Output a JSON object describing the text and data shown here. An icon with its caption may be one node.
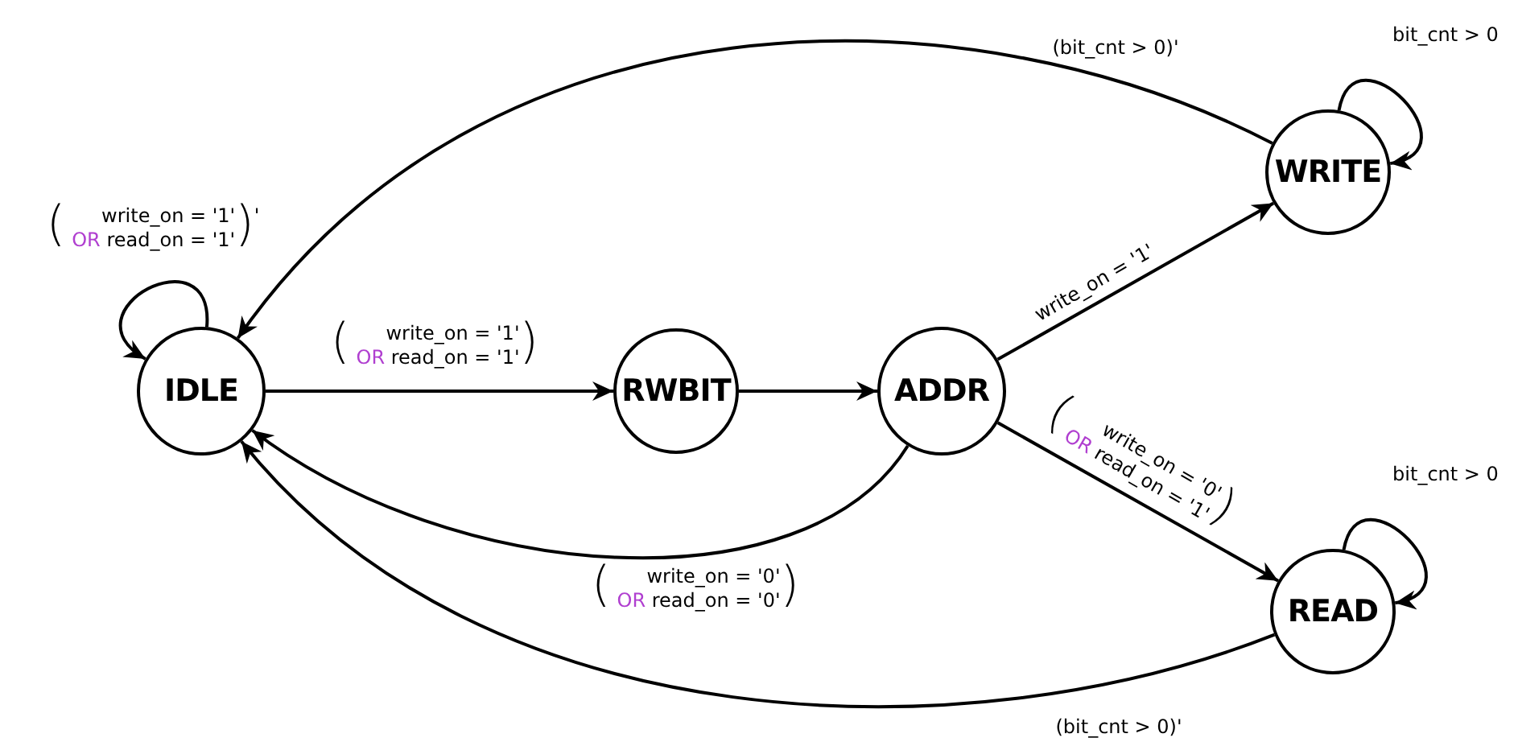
{
  "diagram": {
    "nodes": [
      {
        "text": [
          "IDLE"
        ]
      },
      {
        "text": [
          "RWBIT"
        ]
      },
      {
        "text": [
          "ADDR"
        ]
      },
      {
        "text": [
          "WRITE"
        ]
      },
      {
        "text": [
          "READ"
        ]
      }
    ],
    "edges": [
      {
        "from": 0,
        "to": 0,
        "arrow": "to",
        "label": "( write_on = '1' OR read_on = '1')'"
      },
      {
        "from": 0,
        "to": 1,
        "arrow": "to",
        "label": "( write_on = '1' OR read_on = '1')"
      },
      {
        "from": 1,
        "to": 2,
        "arrow": "to"
      },
      {
        "from": 2,
        "to": 3,
        "arrow": "to",
        "label": "write_on = '1'"
      },
      {
        "from": 2,
        "to": 4,
        "arrow": "to",
        "label": "( write_on = '0' OR read_on = '1')"
      },
      {
        "from": 2,
        "to": 0,
        "arrow": "to",
        "label": "( write_on = '0' OR read_on = '0')"
      },
      {
        "from": 3,
        "to": 3,
        "arrow": "to",
        "label": "bit_cnt > 0"
      },
      {
        "from": 3,
        "to": 0,
        "arrow": "to",
        "label": "(bit_cnt > 0)'"
      },
      {
        "from": 4,
        "to": 4,
        "arrow": "to",
        "label": "bit_cnt > 0"
      },
      {
        "from": 4,
        "to": 0,
        "arrow": "to",
        "label": "(bit_cnt > 0)'"
      }
    ]
  }
}
